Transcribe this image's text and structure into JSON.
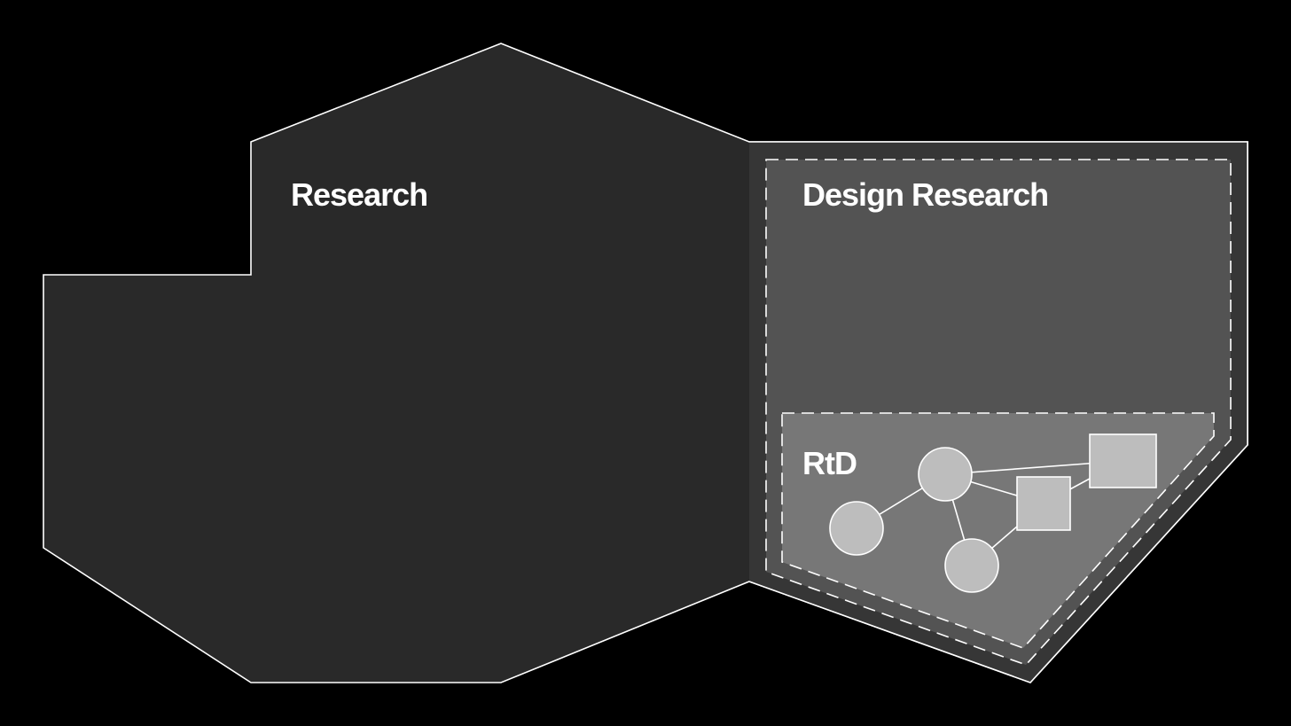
{
  "diagram": {
    "regions": {
      "research": {
        "label": "Research"
      },
      "design_research": {
        "label": "Design Research"
      },
      "rtd": {
        "label": "RtD"
      }
    },
    "colors": {
      "background": "#000000",
      "research_fill": "#292929",
      "design_research_outer_fill": "#3a3a3a",
      "design_research_fill": "#535353",
      "rtd_fill": "#777777",
      "node_fill": "#bdbdbd",
      "stroke": "#ffffff"
    },
    "graph": {
      "nodes": [
        {
          "id": "circle-a",
          "shape": "circle"
        },
        {
          "id": "circle-b",
          "shape": "circle"
        },
        {
          "id": "circle-c",
          "shape": "circle"
        },
        {
          "id": "square-a",
          "shape": "square"
        },
        {
          "id": "square-b",
          "shape": "square"
        }
      ],
      "edges": [
        [
          "circle-a",
          "circle-b"
        ],
        [
          "circle-b",
          "square-b"
        ],
        [
          "circle-b",
          "square-a"
        ],
        [
          "circle-b",
          "circle-c"
        ],
        [
          "circle-c",
          "square-a"
        ],
        [
          "square-a",
          "square-b"
        ]
      ]
    }
  }
}
